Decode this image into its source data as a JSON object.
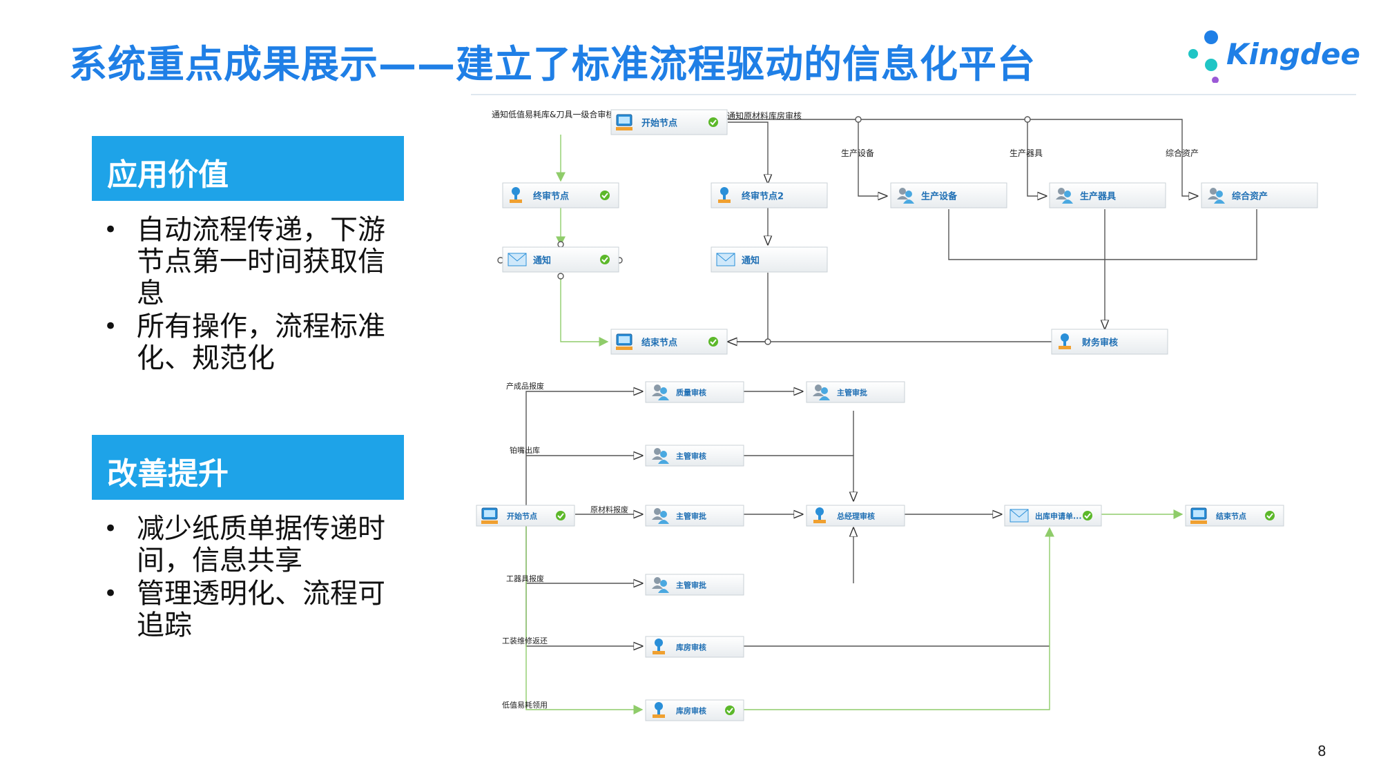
{
  "title": "系统重点成果展示——建立了标准流程驱动的信息化平台",
  "logo": {
    "text": "Kingdee",
    "colors": [
      "#1f7fe6",
      "#20c5c5",
      "#9b59d6"
    ]
  },
  "sections": [
    {
      "heading": "应用价值",
      "bullets": [
        "自动流程传递，下游节点第一时间获取信息",
        "所有操作，流程标准化、规范化"
      ]
    },
    {
      "heading": "改善提升",
      "bullets": [
        "减少纸质单据传递时间，信息共享",
        "管理透明化、流程可追踪"
      ]
    }
  ],
  "page_number": "8",
  "diagram1": {
    "nodes": [
      {
        "id": "start",
        "label": "开始节点",
        "icon": "monitor-icon",
        "check": true
      },
      {
        "id": "final_review",
        "label": "终审节点",
        "icon": "stamp-icon",
        "check": true
      },
      {
        "id": "final_review2",
        "label": "终审节点2",
        "icon": "stamp-icon",
        "check": false
      },
      {
        "id": "notify1",
        "label": "通知",
        "icon": "envelope-icon",
        "check": true
      },
      {
        "id": "notify2",
        "label": "通知",
        "icon": "envelope-icon",
        "check": false
      },
      {
        "id": "prod_equipment",
        "label": "生产设备",
        "icon": "users-icon",
        "check": false
      },
      {
        "id": "prod_tools",
        "label": "生产器具",
        "icon": "users-icon",
        "check": false
      },
      {
        "id": "general_assets",
        "label": "综合资产",
        "icon": "users-icon",
        "check": false
      },
      {
        "id": "end",
        "label": "结束节点",
        "icon": "monitor-icon",
        "check": true
      },
      {
        "id": "finance",
        "label": "财务审核",
        "icon": "stamp-icon",
        "check": false
      }
    ],
    "edge_labels": [
      "通知低值易耗库&刀具一级合审核",
      "通知原材料库房审核",
      "生产设备",
      "生产器具",
      "综合资产"
    ]
  },
  "diagram2": {
    "nodes": [
      {
        "id": "start",
        "label": "开始节点",
        "icon": "monitor-icon",
        "check": true
      },
      {
        "id": "quality",
        "label": "质量审核",
        "icon": "users-icon",
        "check": false
      },
      {
        "id": "supervisor_approve_top",
        "label": "主管审批",
        "icon": "users-icon",
        "check": false
      },
      {
        "id": "supervisor_review",
        "label": "主管审核",
        "icon": "users-icon",
        "check": false
      },
      {
        "id": "supervisor_approve_mid",
        "label": "主管审批",
        "icon": "users-icon",
        "check": false
      },
      {
        "id": "gm_review",
        "label": "总经理审核",
        "icon": "stamp-icon",
        "check": false
      },
      {
        "id": "outbound",
        "label": "出库申请单...",
        "icon": "envelope-icon",
        "check": true
      },
      {
        "id": "end",
        "label": "结束节点",
        "icon": "monitor-icon",
        "check": true
      },
      {
        "id": "supervisor_approve_low",
        "label": "主管审批",
        "icon": "users-icon",
        "check": false
      },
      {
        "id": "warehouse1",
        "label": "库房审核",
        "icon": "stamp-icon",
        "check": false
      },
      {
        "id": "warehouse2",
        "label": "库房审核",
        "icon": "stamp-icon",
        "check": true
      }
    ],
    "edge_labels": [
      "产成品报废",
      "铂嘴出库",
      "原材料报废",
      "工器具报废",
      "工装维修返还",
      "低值易耗领用"
    ]
  }
}
